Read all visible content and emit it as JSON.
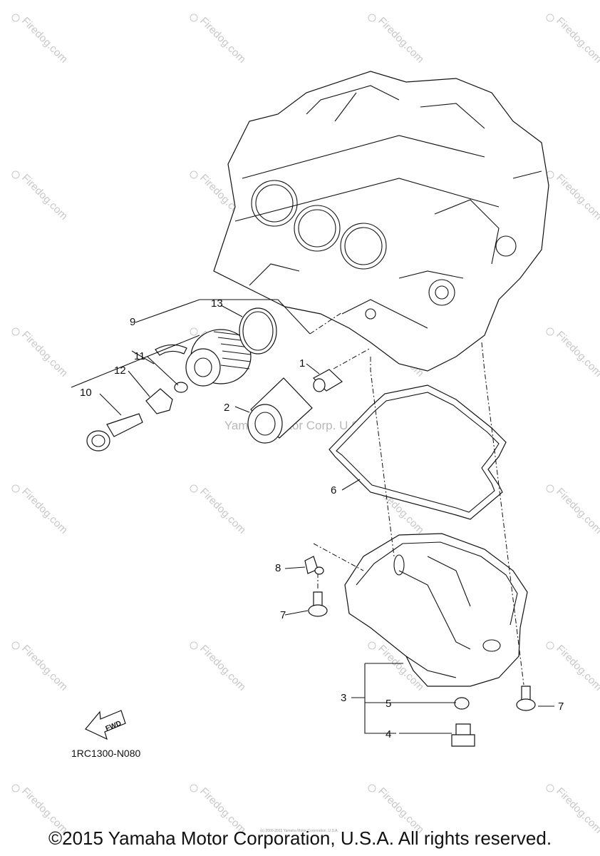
{
  "watermark": {
    "brand": "Firedog.com",
    "center_text": "Yamaha Motor Corp. U.S.A.",
    "tiny_text": "(c) 2000-2015 Yamaha Motor Corporation, U.S.A."
  },
  "callouts": {
    "c1": "1",
    "c2": "2",
    "c3": "3",
    "c4": "4",
    "c5": "5",
    "c6": "6",
    "c7a": "7",
    "c7b": "7",
    "c8": "8",
    "c9": "9",
    "c10": "10",
    "c11": "11",
    "c12": "12",
    "c13": "13"
  },
  "fwd_label": "FWD",
  "reference_code": "1RC1300-N080",
  "copyright": "©2015 Yamaha Motor Corporation, U.S.A. All rights reserved."
}
